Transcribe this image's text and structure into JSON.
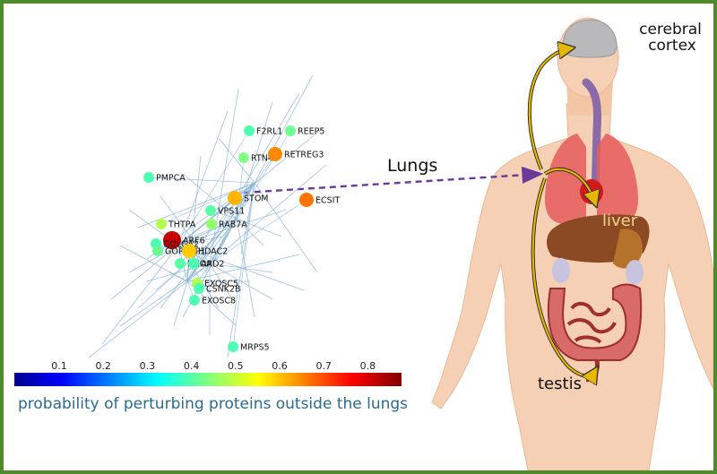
{
  "labels": {
    "lungs": "Lungs",
    "liver": "liver",
    "testis": "testis",
    "cerebral_line1": "cerebral",
    "cerebral_line2": "cortex"
  },
  "colorbar": {
    "ticks": [
      "0.1",
      "0.2",
      "0.3",
      "0.4",
      "0.5",
      "0.6",
      "0.7",
      "0.8"
    ],
    "caption": "probability of perturbing proteins outside the lungs"
  },
  "colors": {
    "frame": "#4f8a2c",
    "edge": "#8fb8d8",
    "arrow": "#6a3a9a",
    "curve": "#e6b800",
    "caption": "#2a6b8f",
    "skin": "#f6d0b5",
    "lung": "#e55b5b",
    "liver": "#8b4a24"
  },
  "network": {
    "nodes": [
      {
        "name": "F2RL1",
        "p": 0.45
      },
      {
        "name": "REEP5",
        "p": 0.48
      },
      {
        "name": "RTN4",
        "p": 0.5
      },
      {
        "name": "RETREG3",
        "p": 0.74
      },
      {
        "name": "PMPCA",
        "p": 0.45
      },
      {
        "name": "STOM",
        "p": 0.7
      },
      {
        "name": "ECSIT",
        "p": 0.76
      },
      {
        "name": "VPS11",
        "p": 0.46
      },
      {
        "name": "RAB7A",
        "p": 0.52
      },
      {
        "name": "THTPA",
        "p": 0.55
      },
      {
        "name": "ARF6",
        "p": 0.93
      },
      {
        "name": "GOLGA2",
        "p": 0.45
      },
      {
        "name": "GORASP1",
        "p": 0.48
      },
      {
        "name": "HDAC2",
        "p": 0.68
      },
      {
        "name": "RHOA",
        "p": 0.46
      },
      {
        "name": "ARD2",
        "p": 0.45
      },
      {
        "name": "EXOSC5",
        "p": 0.55
      },
      {
        "name": "CSNK2B",
        "p": 0.45
      },
      {
        "name": "EXOSC8",
        "p": 0.45
      },
      {
        "name": "MRPS5",
        "p": 0.45
      }
    ]
  }
}
